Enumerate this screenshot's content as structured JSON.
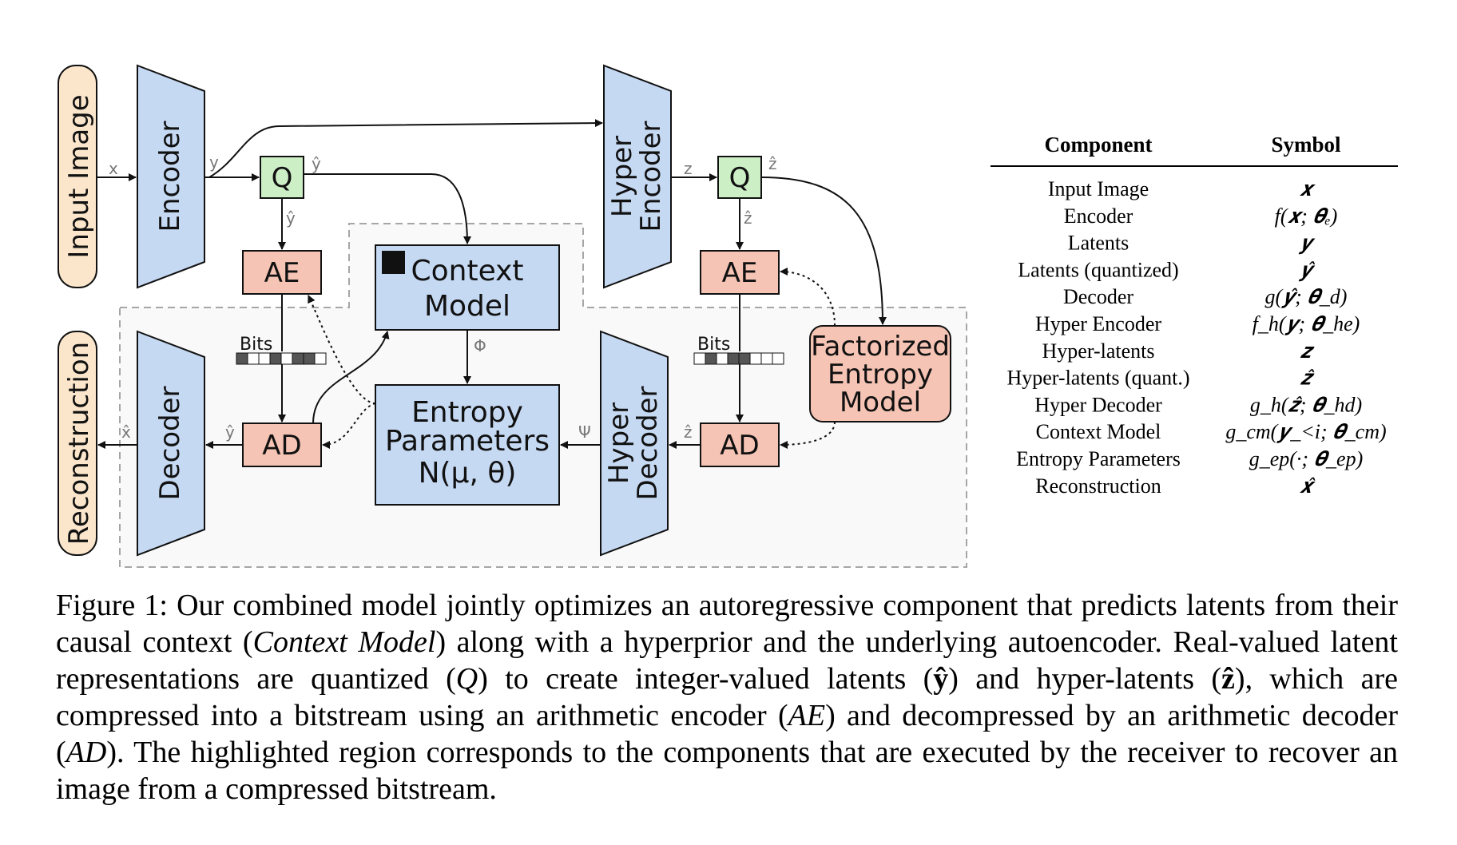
{
  "colors": {
    "trapezoid": "#c6d9f3",
    "q_box": "#cdefc6",
    "coder_box": "#f5c4b4",
    "side_label": "#fbe6cc",
    "receiver_region": "#f9f9f9",
    "region_border": "#a6a6a6"
  },
  "nodes": {
    "input_image": "Input Image",
    "reconstruction": "Reconstruction",
    "encoder": "Encoder",
    "decoder": "Decoder",
    "hyper_encoder_1": "Hyper",
    "hyper_encoder_2": "Encoder",
    "hyper_decoder_1": "Hyper",
    "hyper_decoder_2": "Decoder",
    "q_left": "Q",
    "q_right": "Q",
    "ae_left": "AE",
    "ae_right": "AE",
    "ad_left": "AD",
    "ad_right": "AD",
    "context_model_1": "Context",
    "context_model_2": "Model",
    "entropy_params_1": "Entropy",
    "entropy_params_2": "Parameters",
    "entropy_params_3": "N(μ, θ)",
    "factorized_1": "Factorized",
    "factorized_2": "Entropy",
    "factorized_3": "Model",
    "bits_left": "Bits",
    "bits_right": "Bits"
  },
  "edge_labels": {
    "x": "x",
    "y": "y",
    "y_hat": "ŷ",
    "y_hat_down": "ŷ",
    "z": "z",
    "z_hat": "ẑ",
    "z_hat_down": "ẑ",
    "phi": "Φ",
    "psi": "Ψ",
    "y_hat_ad": "ŷ",
    "z_hat_ad": "ẑ",
    "x_hat": "x̂"
  },
  "table": {
    "header_component": "Component",
    "header_symbol": "Symbol",
    "rows": [
      {
        "component": "Input Image",
        "symbol": "𝒙"
      },
      {
        "component": "Encoder",
        "symbol": "f(𝒙; 𝜽ₑ)"
      },
      {
        "component": "Latents",
        "symbol": "𝒚"
      },
      {
        "component": "Latents (quantized)",
        "symbol": "𝒚̂"
      },
      {
        "component": "Decoder",
        "symbol": "g(𝒚̂; 𝜽_d)"
      },
      {
        "component": "Hyper Encoder",
        "symbol": "f_h(𝒚; 𝜽_he)"
      },
      {
        "component": "Hyper-latents",
        "symbol": "𝒛"
      },
      {
        "component": "Hyper-latents (quant.)",
        "symbol": "𝒛̂"
      },
      {
        "component": "Hyper Decoder",
        "symbol": "g_h(𝒛̂; 𝜽_hd)"
      },
      {
        "component": "Context Model",
        "symbol": "g_cm(𝒚_<i; 𝜽_cm)"
      },
      {
        "component": "Entropy Parameters",
        "symbol": "g_ep(·; 𝜽_ep)"
      },
      {
        "component": "Reconstruction",
        "symbol": "𝒙̂"
      }
    ]
  },
  "caption": {
    "p1": "Figure 1: Our combined model jointly optimizes an autoregressive component that predicts latents from their causal context (",
    "p1_i": "Context Model",
    "p2": ") along with a hyperprior and the underlying autoencoder. Real-valued latent representations are quantized (",
    "p2_i": "Q",
    "p3": ") to create integer-valued latents (",
    "p3_b": "ŷ",
    "p4": ") and hyper-latents (",
    "p4_b": "ẑ",
    "p5": "), which are compressed into a bitstream using an arithmetic encoder (",
    "p5_i": "AE",
    "p6": ") and decompressed by an arithmetic decoder (",
    "p6_i": "AD",
    "p7": "). The highlighted region corresponds to the components that are executed by the receiver to recover an image from a compressed bitstream."
  }
}
